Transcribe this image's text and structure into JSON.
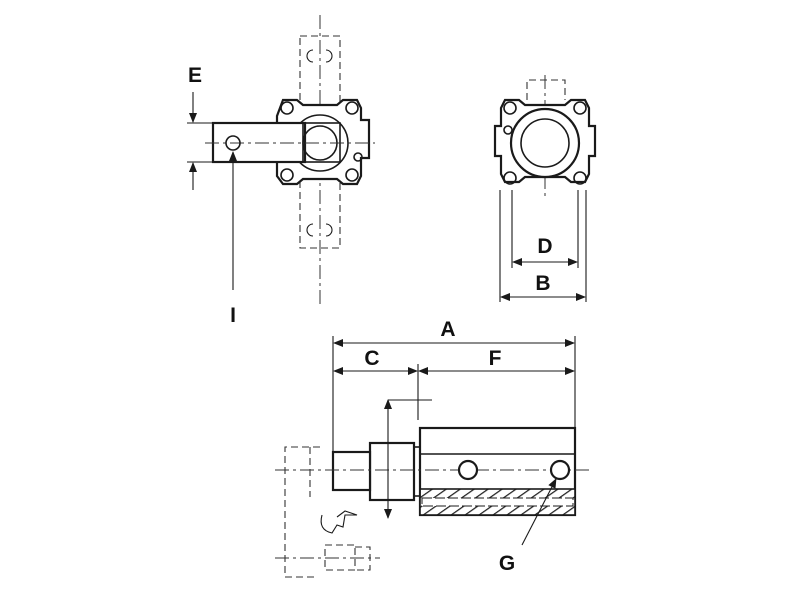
{
  "drawing": {
    "labels": {
      "E": "E",
      "I": "I",
      "D": "D",
      "B": "B",
      "A": "A",
      "C": "C",
      "F": "F",
      "G": "G"
    },
    "line_color": "#1a1a1a",
    "background": "#ffffff"
  }
}
